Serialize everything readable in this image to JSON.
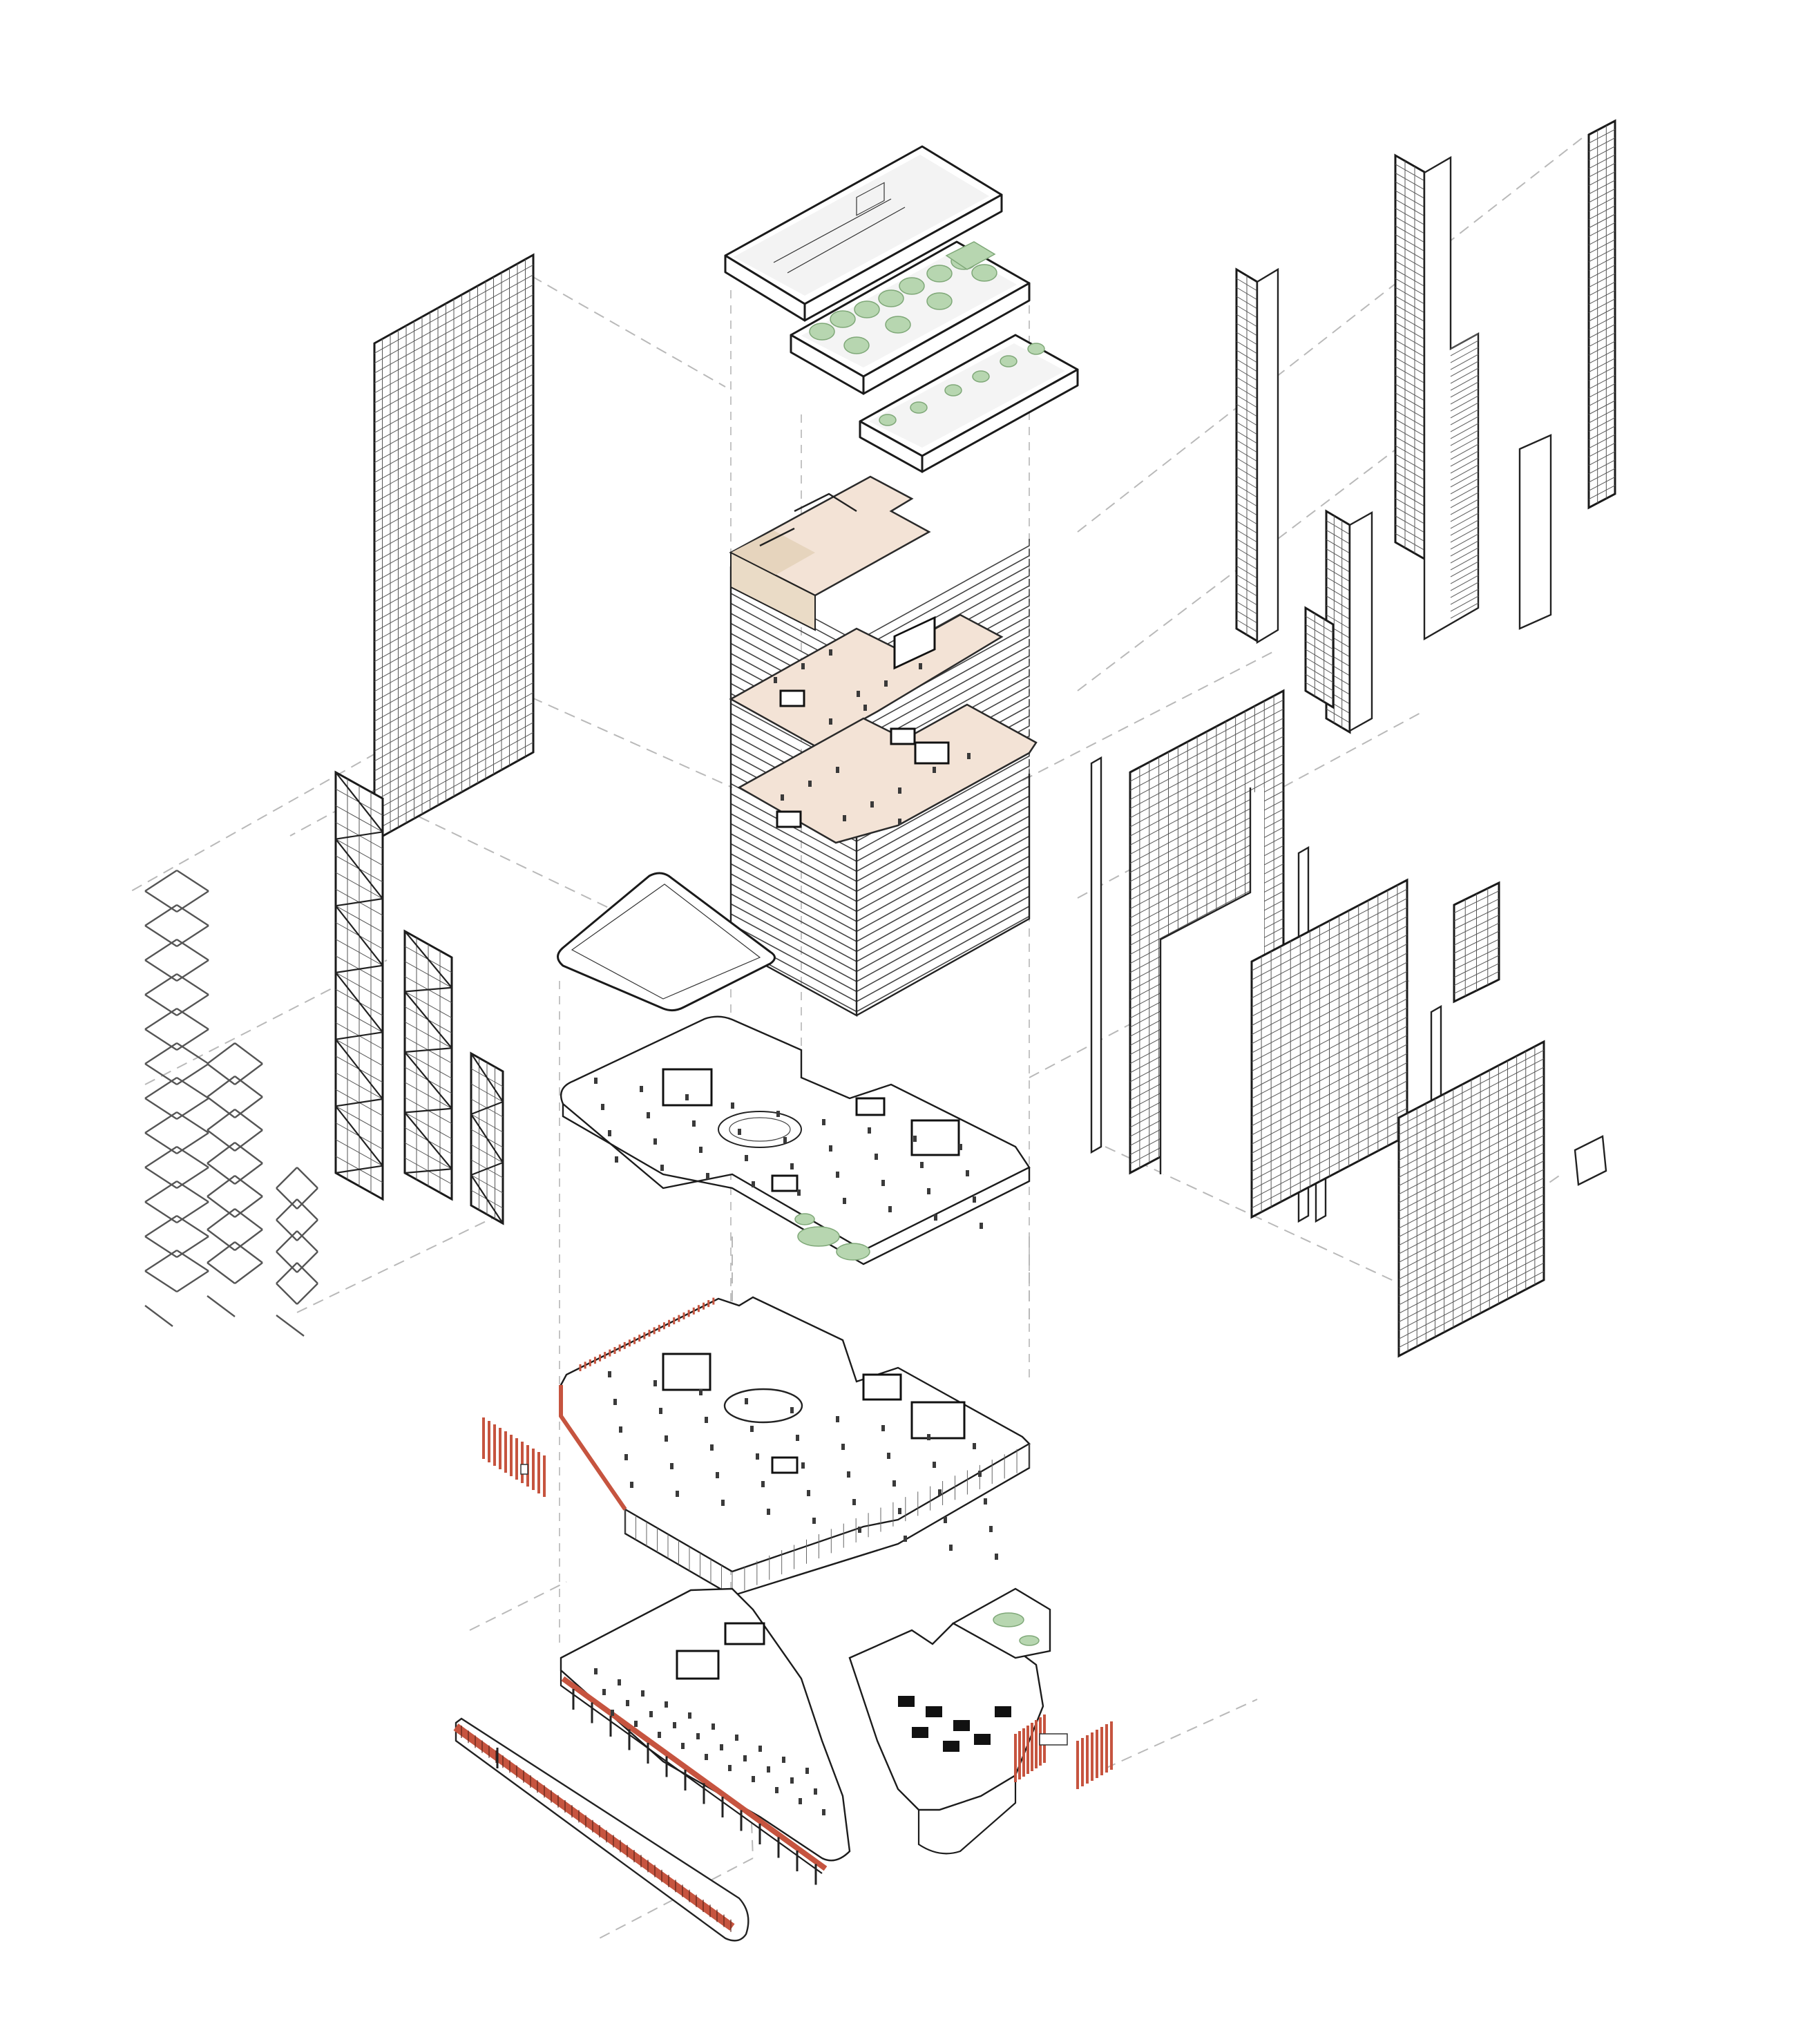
{
  "diagram": {
    "type": "exploded-axonometric",
    "labels": [],
    "colors": {
      "line": "#1a1a1a",
      "guide": "#b9b9b9",
      "floor_highlight": "#f3e3d6",
      "core_tone": "#e6d4bd",
      "vegetation": "#b7d6b0",
      "red_fins": "#c6543f",
      "background": "#ffffff"
    },
    "components": [
      "roof-plant-level",
      "roof-garden-level",
      "roof-terrace-level",
      "tower-floor-stack",
      "podium-roof-canopy",
      "podium-upper-floor",
      "podium-main-floor",
      "ground-floor",
      "ground-curved-facade",
      "west-curtain-wall",
      "west-braced-frames",
      "diagrid-screens",
      "east-facade-panels",
      "tower-elevation-strips",
      "red-fin-screens"
    ]
  }
}
